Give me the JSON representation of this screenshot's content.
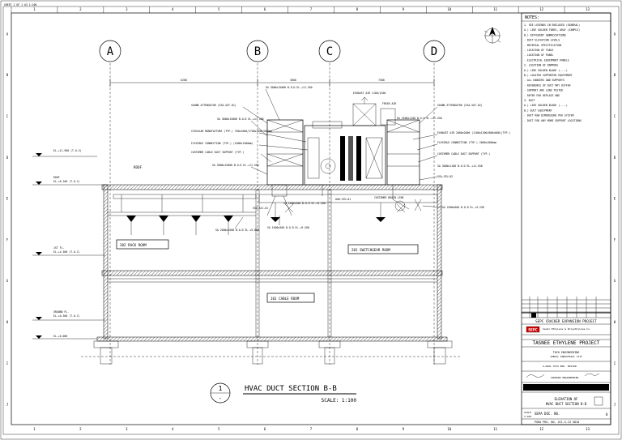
{
  "sheet_stamp": "SHEET 1 OF 1  A3  1:100",
  "border": {
    "columns": [
      "1",
      "2",
      "3",
      "4",
      "5",
      "6",
      "7",
      "8",
      "9",
      "10",
      "11",
      "12",
      "13"
    ],
    "rows": [
      "A",
      "B",
      "C",
      "D",
      "E",
      "F",
      "G",
      "H",
      "I",
      "J"
    ]
  },
  "grid_bubbles": [
    "A",
    "B",
    "C",
    "D"
  ],
  "dimensions": [
    "6200",
    "3600",
    "7500"
  ],
  "levels": [
    {
      "name": "EL.+11.900 (T.O.S)"
    },
    {
      "name": "ROOF",
      "value": "EL.+8.100 (T.O.C)"
    },
    {
      "name": "1ST FL.",
      "value": "EL.+4.300 (T.O.C)"
    },
    {
      "name": "GROUND FL.",
      "value": "EL.+0.300 (T.O.C)"
    },
    {
      "name": "EL.+0.000"
    }
  ],
  "roof_label": "ROOF",
  "rooms": [
    {
      "id": "r202",
      "label": "202  RACK ROOM"
    },
    {
      "id": "r201",
      "label": "201  SWITCHGEAR ROOM"
    },
    {
      "id": "r101",
      "label": "101  CABLE ROOM"
    }
  ],
  "callouts_left": [
    "EA 3000x1500H  B.O.D EL.+11.550",
    "SOUND ATTENUATOR (SSA-SAT-01)",
    "SA 3000x1500H  B.O.D EL.+11.550",
    "CIRCULAR MANUFACTURE (TYP.)  700x1000/1700x1000/800mm",
    "FLEXIBLE CONNECTION (TYP.)  (1000x1300mm)",
    "CUSTOMER CABLE DUCT SUPPORT (TYP.)",
    "SA 3000x1500H  B.O.D EL.+11.550",
    "SA 2000x1500  B.O.D EL.+9.800",
    "SA 1000x500  B.O.D EL.+9.200",
    "SA 1000x500  B.O.D EL.+9.200"
  ],
  "callouts_right": [
    "SOUND ATTENUATOR (SSA-SAT-02)",
    "EA 2500x1100  B.O.D EL.+11.550",
    "EXHAUST AIR 1100/1300",
    "FRESH AIR",
    "EXHAUST AIR 2000x2000 (1100x1300/800x800)(TYP.)",
    "FLEXIBLE CONNECTION (TYP.)  2000x1000mm",
    "CUSTOMER CABLE DUCT SUPPORT (TYP.)",
    "SA 3000x1100  B.O.D EL.+11.550",
    "SSA-SFU-02",
    "CUSTOMER DRAIN LINE",
    "SA 2500x600  B.O.D EL.+9.250",
    "AHU-SFU-01",
    "SSA-ACC-01"
  ],
  "section": {
    "number": "1",
    "sheet_ref": "-",
    "title": "HVAC DUCT SECTION B-B",
    "scale": "SCALE: 1:100"
  },
  "notes": {
    "heading": "NOTES:",
    "lines": [
      "1. SEE LEGENDS IN ENCLOSED (GENERAL)",
      "  A.) LIKE GOLDEN TONES, ARAY (SAMPLE)",
      "  B.) DIFFERENT ABBREVIATIONS",
      "   - DUCT ELEVATION LEVELS",
      "   - MATERIAL SPECIFICATION",
      "   - LOCATION OF TABLE",
      "   - LOCATION OF PANEL",
      "   - ELECTRICAL EQUIPMENT PANELS",
      "2. LOCATION OF DAMPERS",
      "  A.) LIKE GOLDEN BLADE (----)",
      "  B.) LOCATED SUPPORTED EQUIPMENT",
      "   - ALL HANGERS AND SUPPORTS",
      "   - REFERENCE OF DUCT MAY DIFFER",
      "   - SUPPORT ARE LOAD TESTED",
      "   - REFER FOR REPLACE ONE",
      "3. DUCT",
      "  A.) LIKE GOLDEN BLADE (----)",
      "  B.) DUCT EQUIPMENT",
      "   - DUCT ROW DIMENSIONS PER SYSTEM",
      "   - DUCT FOR ANY MORE SUPPORT LOCATIONS"
    ]
  },
  "title_block": {
    "project_banner": "SEPC CRACKER EXPANSION PROJECT",
    "company_logo": "SEPC",
    "company_name": "Saudi Ethylene & Polyethylene Co.",
    "project_title": "TASNEE ETHYLENE PROJECT",
    "contractor": "TOYO ENGINEERING",
    "contractor_sub": "JUBAIL INDUSTRIAL CITY",
    "doc_line": "A-KGHL  TOYO ENG. DESIGN",
    "sub_contractor": "SAMSUNG ENGINEERING",
    "drawing_title_1": "ELEVATION OF",
    "drawing_title_2": "HVAC DUCT SECTION B-B",
    "scale_label": "SCALE",
    "scale_value": "1:100",
    "doc_no_label": "SEPA DOC. NO.",
    "doc_no": "PGRA PKG. NO. 4C1-S-13 5810",
    "rev": "0"
  }
}
